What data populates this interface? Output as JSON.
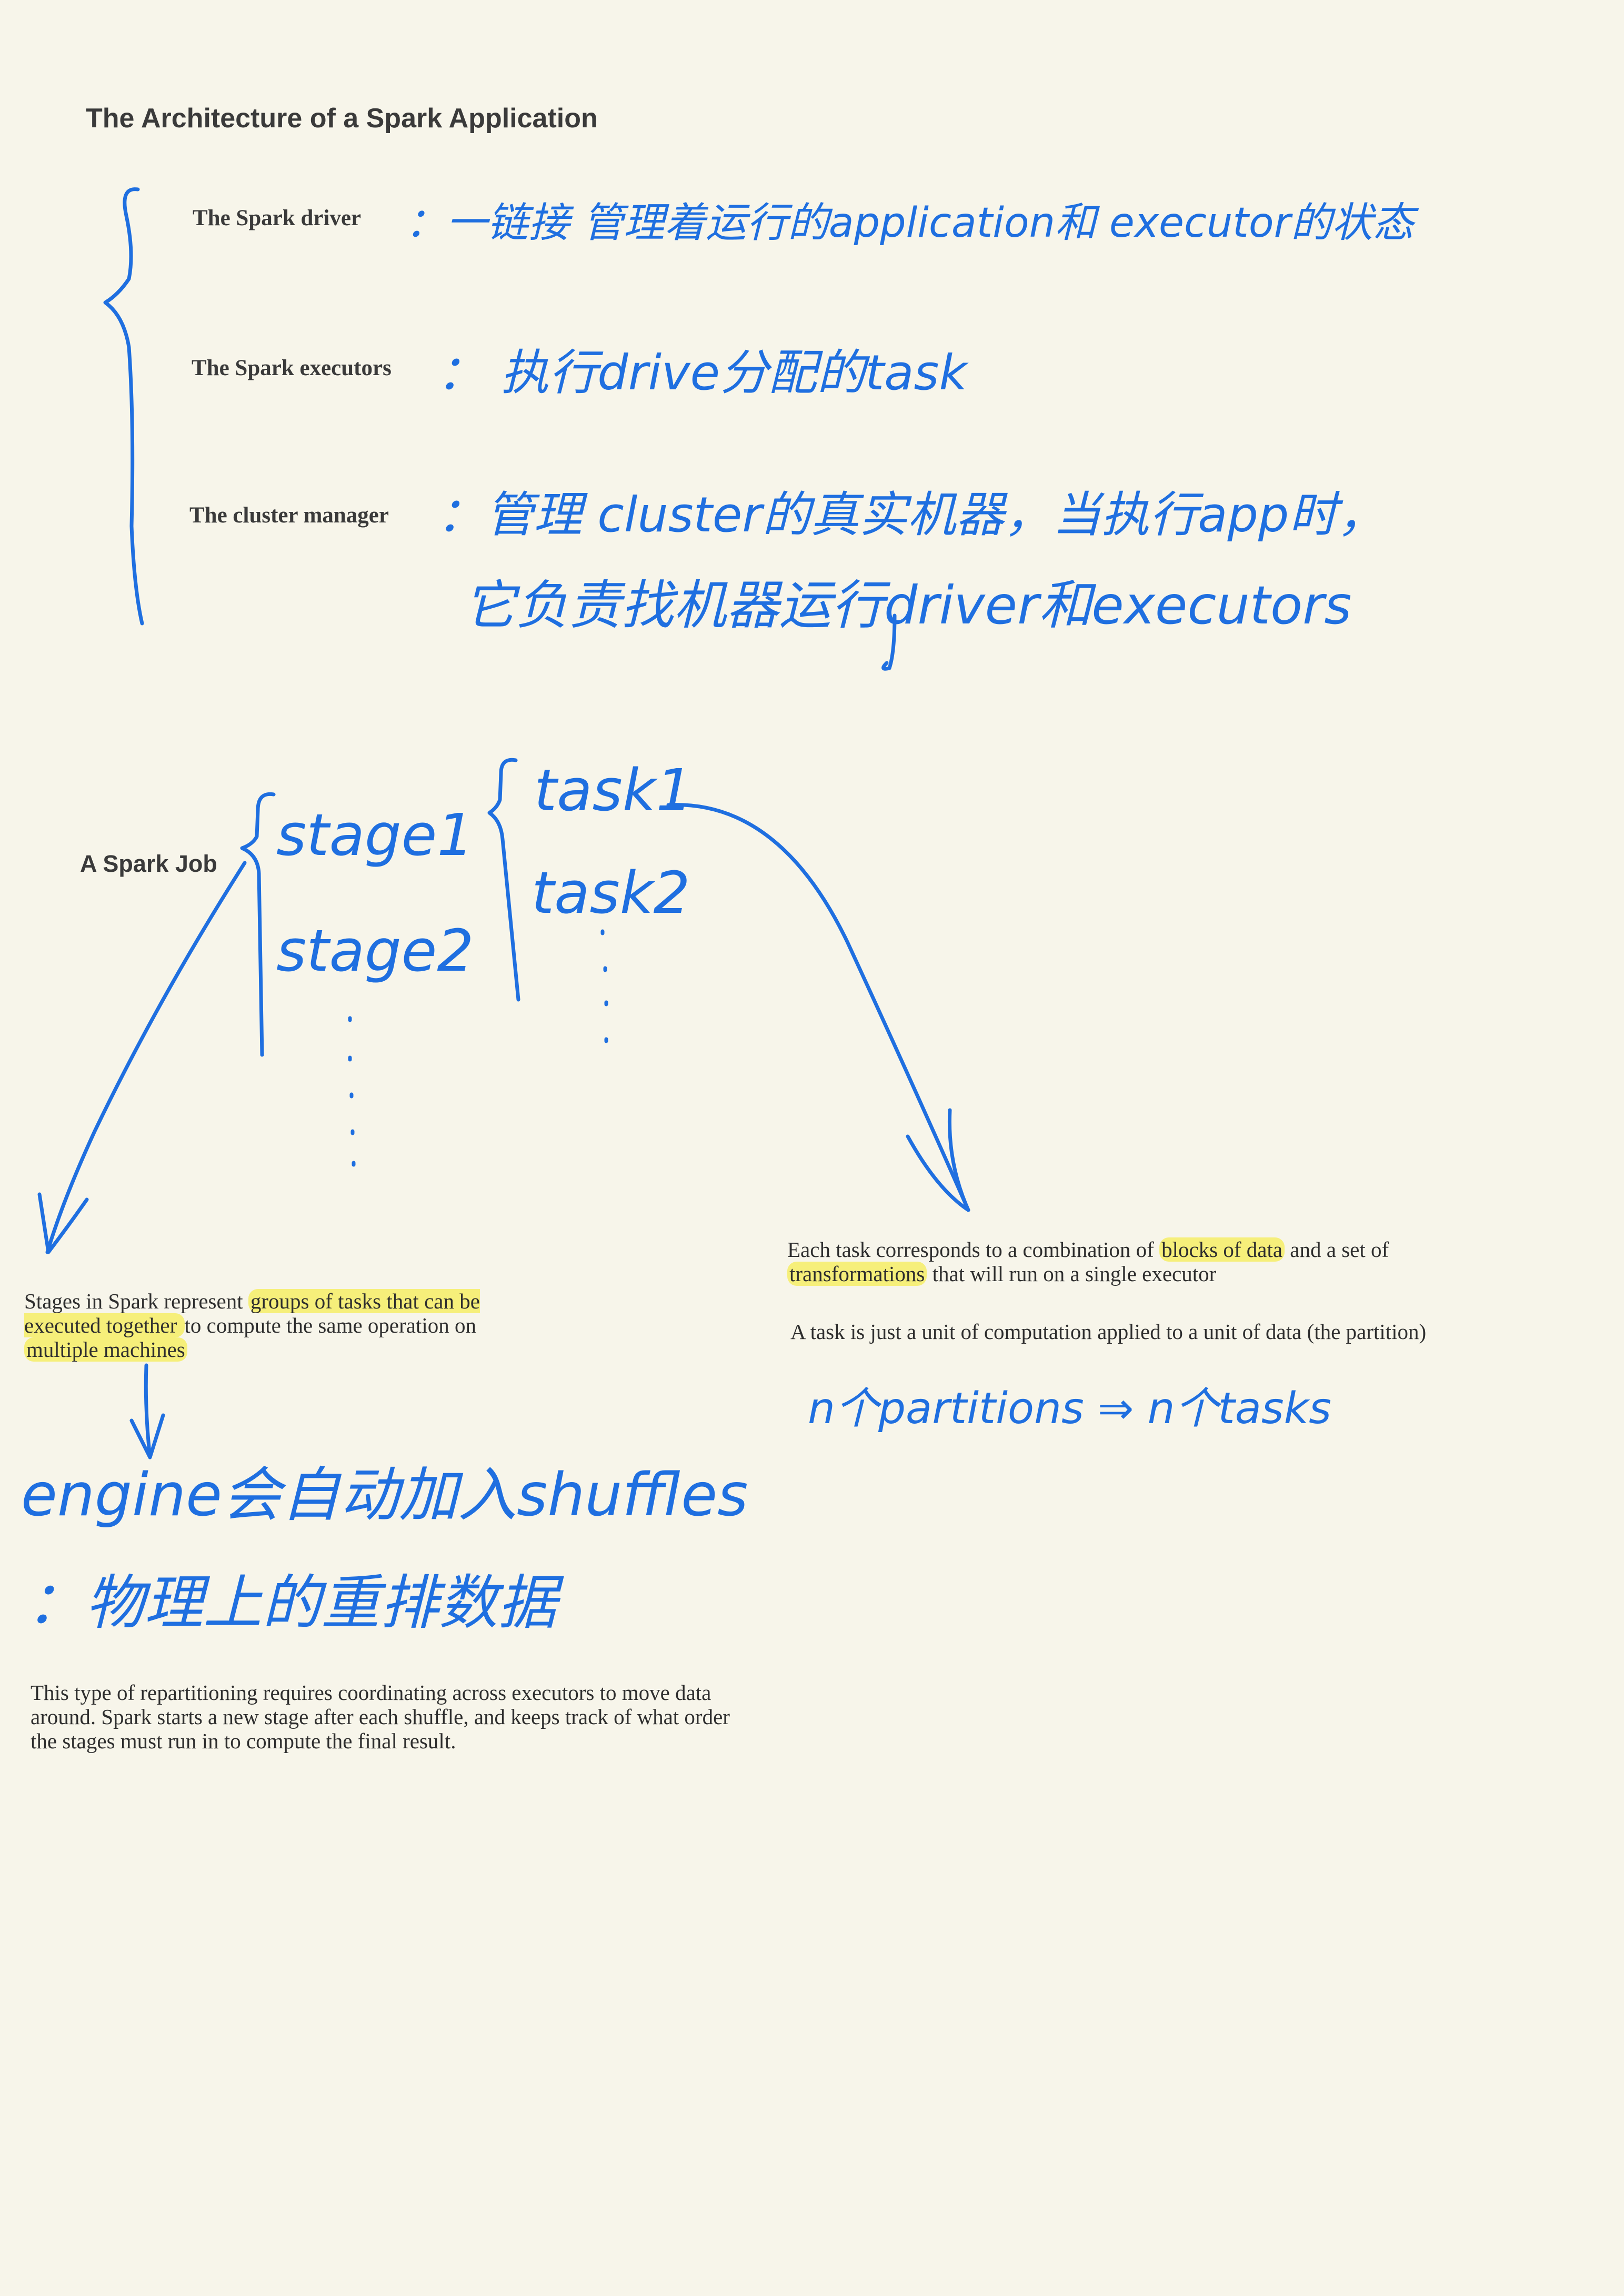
{
  "title": "The Architecture of a Spark Application",
  "components": [
    {
      "label": "The Spark driver",
      "note": "：一链接 管理着运行的application和 executor的状态"
    },
    {
      "label": "The Spark executors",
      "note": "： 执行drive分配的task"
    },
    {
      "label": "The cluster manager",
      "note_line1": "：管理 cluster的真实机器，当执行app时，",
      "note_line2": "它负责找机器运行driver和executors"
    }
  ],
  "job": {
    "label": "A Spark Job",
    "stages": [
      "stage1",
      "stage2"
    ],
    "tasks": [
      "task1",
      "task2"
    ]
  },
  "stages_text": {
    "prefix": "Stages in Spark represent ",
    "hl1": "groups of tasks that can be executed together ",
    "mid": "to compute the same operation on ",
    "hl2": "multiple machines"
  },
  "task_text": {
    "prefix": "Each task corresponds to a combination of ",
    "hl1": "blocks of data",
    "mid": " and a set of ",
    "hl2": "transformations",
    "suffix": " that will run on a single executor"
  },
  "task_unit_text": "A task is just a unit of computation applied to a unit of data (the partition)",
  "partitions_note": "n个partitions ⇒ n个tasks",
  "shuffle_note_line1": "engine会自动加入shuffles",
  "shuffle_note_line2": "：物理上的重排数据",
  "repartition_text": "This type of repartitioning requires coordinating across executors to move data around. Spark starts a new stage after each shuffle, and keeps track of what order the stages must run in to compute the final result.",
  "colors": {
    "background": "#f7f5ea",
    "ink": "#1f6fe0",
    "highlight": "#f6ef7a",
    "text": "#2e2e2e"
  }
}
